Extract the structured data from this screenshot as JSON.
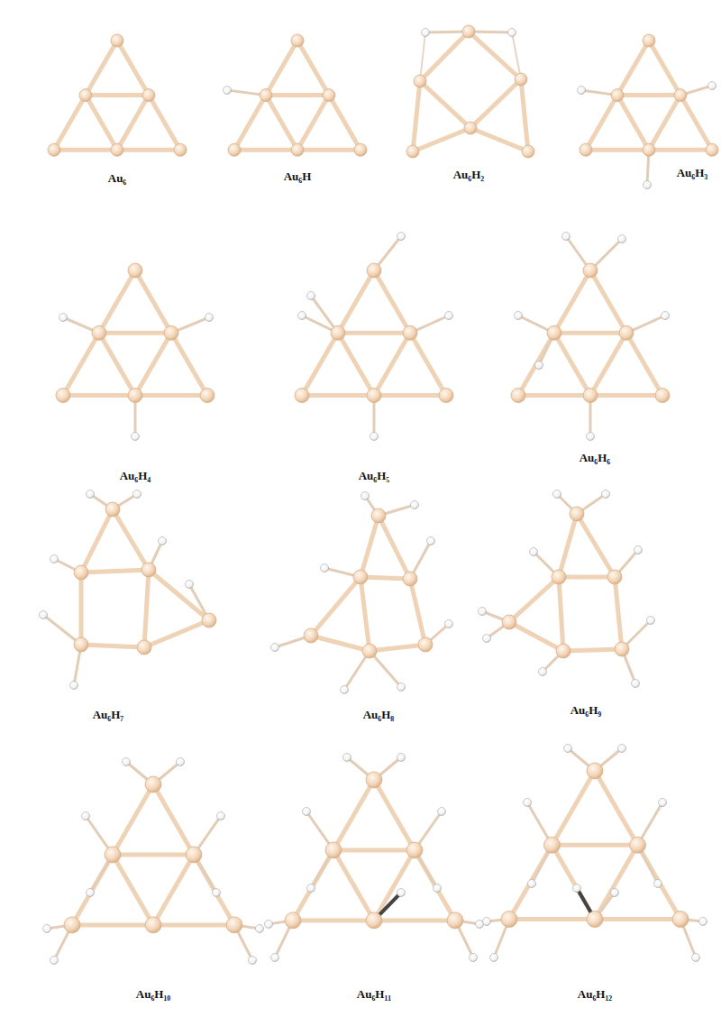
{
  "diagram": {
    "labels": [
      "Au₆",
      "Au₆H",
      "Au₆H₂",
      "Au₆H₃",
      "Au₆H₄",
      "Au₆H₅",
      "Au₆H₆",
      "Au₆H₇",
      "Au₆H₈",
      "Au₆H₉",
      "Au₆H₁₀",
      "Au₆H₁₁",
      "Au₆H₁₂"
    ]
  }
}
